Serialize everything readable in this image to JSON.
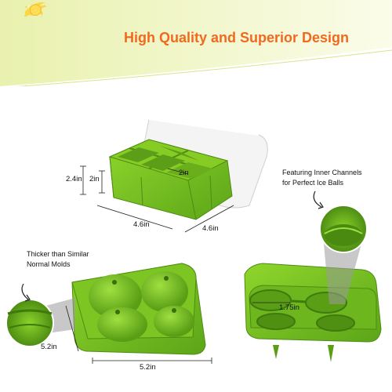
{
  "header": {
    "title": "High Quality and Superior Design",
    "title_color": "#f0691e",
    "banner_color": "#eef3b8",
    "icon": "lemon-splash-icon"
  },
  "product": {
    "color": "#7cc522",
    "lid_color": "#f2f2f2"
  },
  "top_tray": {
    "height_outer": "2.4in",
    "height_inner": "2in",
    "cube_size": "2in",
    "width": "4.6in",
    "depth": "4.6in"
  },
  "callouts": {
    "inner_channels_line1": "Featuring Inner Channels",
    "inner_channels_line2": "for Perfect Ice Balls",
    "thicker_line1": "Thicker than Similar",
    "thicker_line2": "Normal Molds"
  },
  "sphere_tray": {
    "depth": "5.2in",
    "width": "5.2in",
    "sphere_diameter": "1.75in"
  }
}
